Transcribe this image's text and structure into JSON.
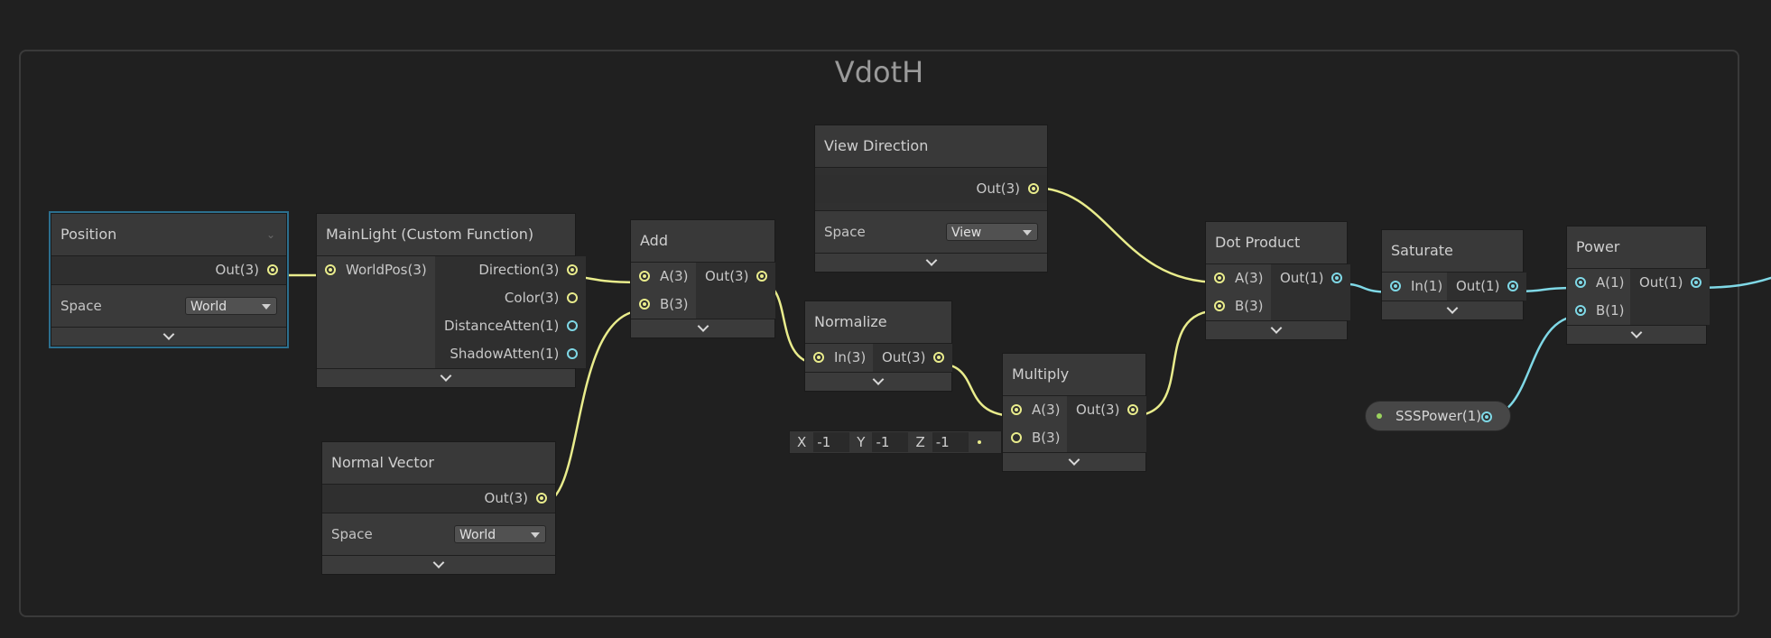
{
  "group": {
    "title": "VdotH"
  },
  "colors": {
    "vec3_wire": "#e9ec8c",
    "float_wire": "#7fd8e6",
    "selection": "#2c6f8e",
    "background": "#202020"
  },
  "nodes": {
    "position": {
      "title": "Position",
      "out": "Out(3)",
      "space_label": "Space",
      "space_value": "World"
    },
    "mainlight": {
      "title": "MainLight (Custom Function)",
      "in": "WorldPos(3)",
      "outs": [
        "Direction(3)",
        "Color(3)",
        "DistanceAtten(1)",
        "ShadowAtten(1)"
      ]
    },
    "normal_vector": {
      "title": "Normal Vector",
      "out": "Out(3)",
      "space_label": "Space",
      "space_value": "World"
    },
    "add": {
      "title": "Add",
      "in_a": "A(3)",
      "in_b": "B(3)",
      "out": "Out(3)"
    },
    "view_direction": {
      "title": "View Direction",
      "out": "Out(3)",
      "space_label": "Space",
      "space_value": "View"
    },
    "normalize": {
      "title": "Normalize",
      "in": "In(3)",
      "out": "Out(3)"
    },
    "multiply": {
      "title": "Multiply",
      "in_a": "A(3)",
      "in_b": "B(3)",
      "out": "Out(3)"
    },
    "dot_product": {
      "title": "Dot Product",
      "in_a": "A(3)",
      "in_b": "B(3)",
      "out": "Out(1)"
    },
    "saturate": {
      "title": "Saturate",
      "in": "In(1)",
      "out": "Out(1)"
    },
    "power": {
      "title": "Power",
      "in_a": "A(1)",
      "in_b": "B(1)",
      "out": "Out(1)"
    }
  },
  "inline_vector": {
    "x_label": "X",
    "x": "-1",
    "y_label": "Y",
    "y": "-1",
    "z_label": "Z",
    "z": "-1"
  },
  "property": {
    "name": "SSSPower(1)"
  }
}
